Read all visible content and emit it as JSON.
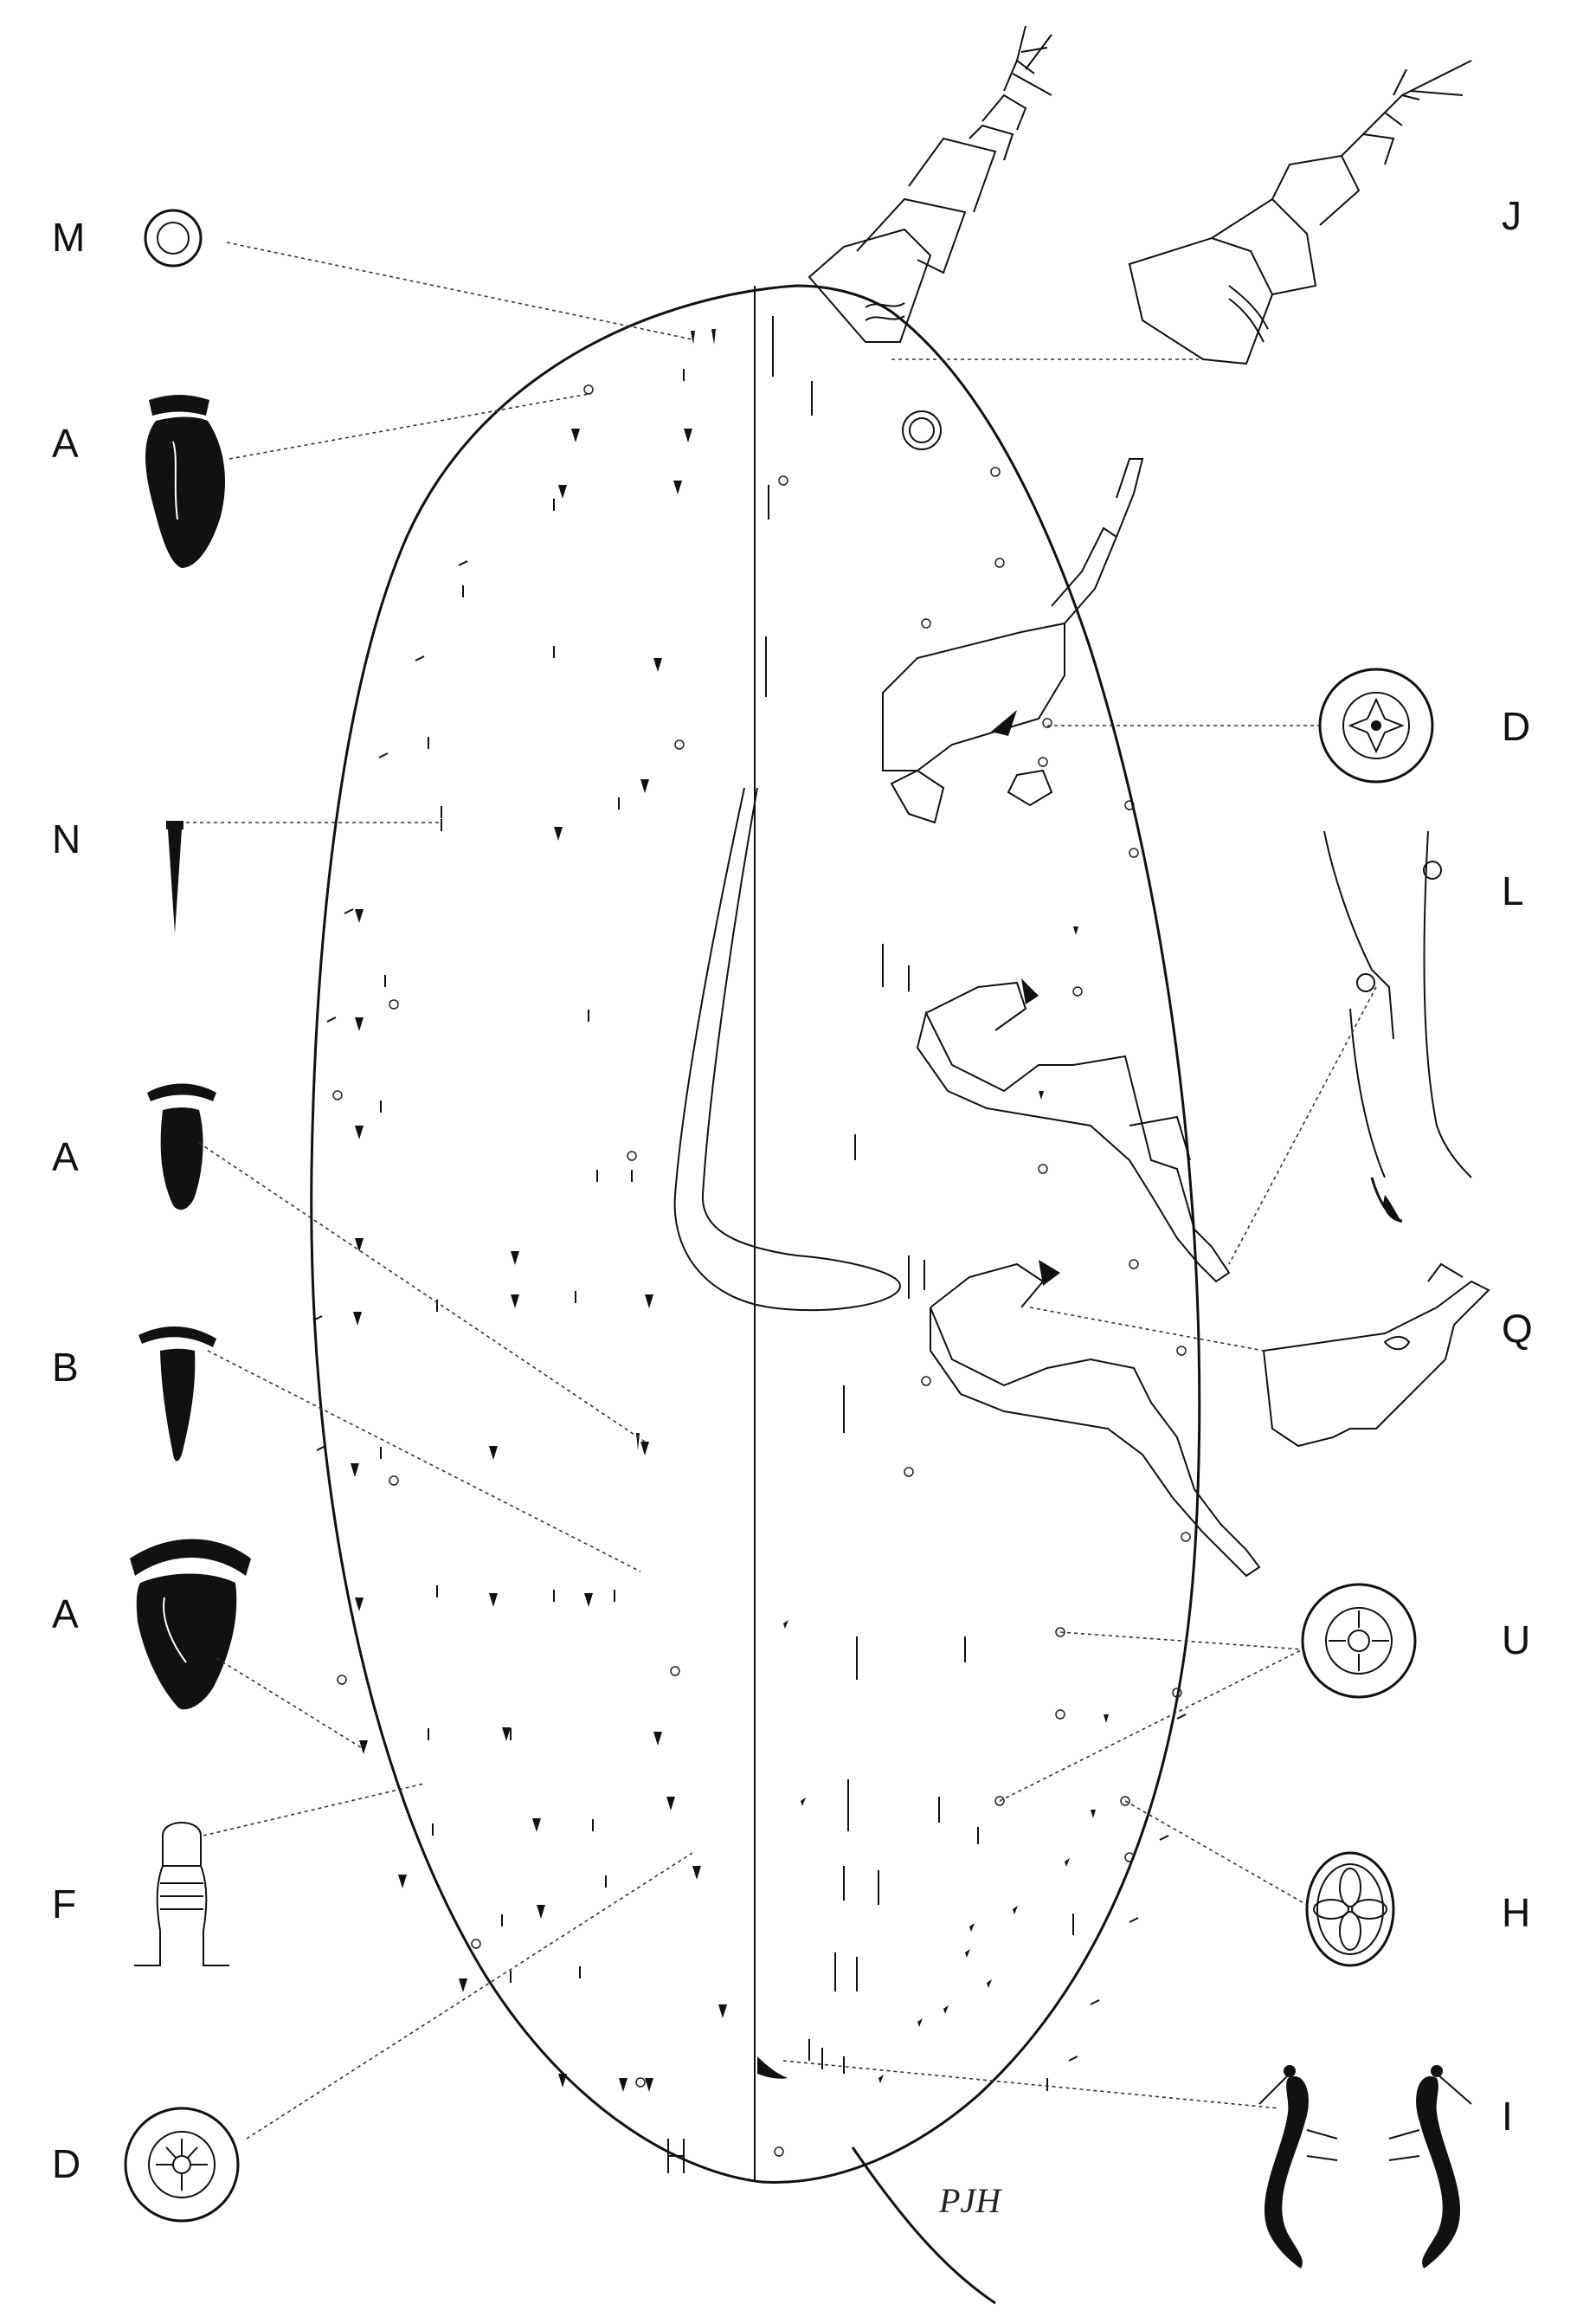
{
  "labels": {
    "M": "M",
    "A1": "A",
    "N": "N",
    "A2": "A",
    "B": "B",
    "A3": "A",
    "F": "F",
    "D_left": "D",
    "J": "J",
    "D_right": "D",
    "L": "L",
    "Q": "Q",
    "U": "U",
    "H": "H",
    "I": "I"
  },
  "signature": "PJH",
  "colors": {
    "ink": "#111111",
    "paper": "#ffffff"
  },
  "icons": [
    "microduct-pore",
    "conical-seta",
    "flagellate-seta",
    "tubular-duct",
    "multilocular-pore",
    "quinquelocular-pore",
    "antenna",
    "claw",
    "coxa",
    "trilocular-pore",
    "ovisac-pore",
    "anal-ring"
  ]
}
